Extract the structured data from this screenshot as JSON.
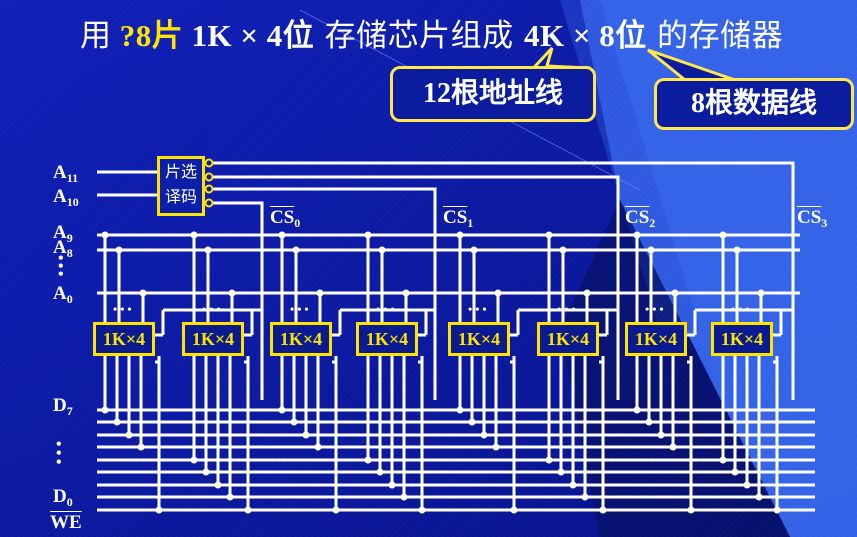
{
  "slide": {
    "title": {
      "prefix": "用",
      "highlight": "?8片",
      "middle1": "1K × 4位",
      "middle2": " 存储芯片组成 ",
      "middle3": "4K × 8位",
      "suffix": " 的存储器"
    },
    "callouts": {
      "address_lines": "12根地址线",
      "data_lines": "8根数据线"
    }
  },
  "diagram": {
    "decoder": {
      "line1": "片选",
      "line2": "译码"
    },
    "address_inputs": [
      "A11",
      "A10"
    ],
    "address_bus": [
      "A9",
      "A8",
      "⋮",
      "A0"
    ],
    "chip_selects": [
      "CS0",
      "CS1",
      "CS2",
      "CS3"
    ],
    "data_bus": [
      "D7",
      "⋮",
      "D0"
    ],
    "write_enable": "WE",
    "chips": [
      "1K×4",
      "1K×4",
      "1K×4",
      "1K×4",
      "1K×4",
      "1K×4",
      "1K×4",
      "1K×4"
    ],
    "chip_dots": "• • •"
  },
  "colors": {
    "background": "#0b1fa8",
    "highlight": "#ffe400",
    "wire": "#ffffff",
    "beam": "#3a6cf0"
  }
}
